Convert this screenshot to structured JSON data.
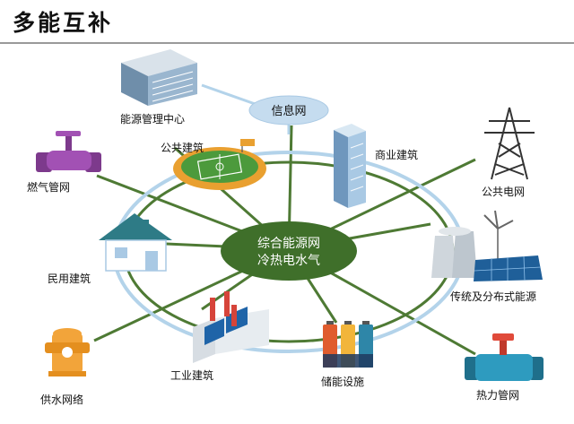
{
  "title": "多能互补",
  "hub": {
    "line1": "综合能源网",
    "line2": "冷热电水气"
  },
  "info_network": "信息网",
  "nodes": {
    "energy_center": "能源管理中心",
    "public_building": "公共建筑",
    "commercial_building": "商业建筑",
    "gas_network": "燃气管网",
    "power_grid": "公共电网",
    "residential": "民用建筑",
    "energy_sources": "传统及分布式能源",
    "water_supply": "供水网络",
    "industrial": "工业建筑",
    "storage": "储能设施",
    "heat_network": "热力管网"
  },
  "colors": {
    "hub": "#3f6f2a",
    "ring_green": "#4e7a34",
    "ring_blue": "#b3d3ea",
    "info_bubble": "#c5dcef"
  }
}
